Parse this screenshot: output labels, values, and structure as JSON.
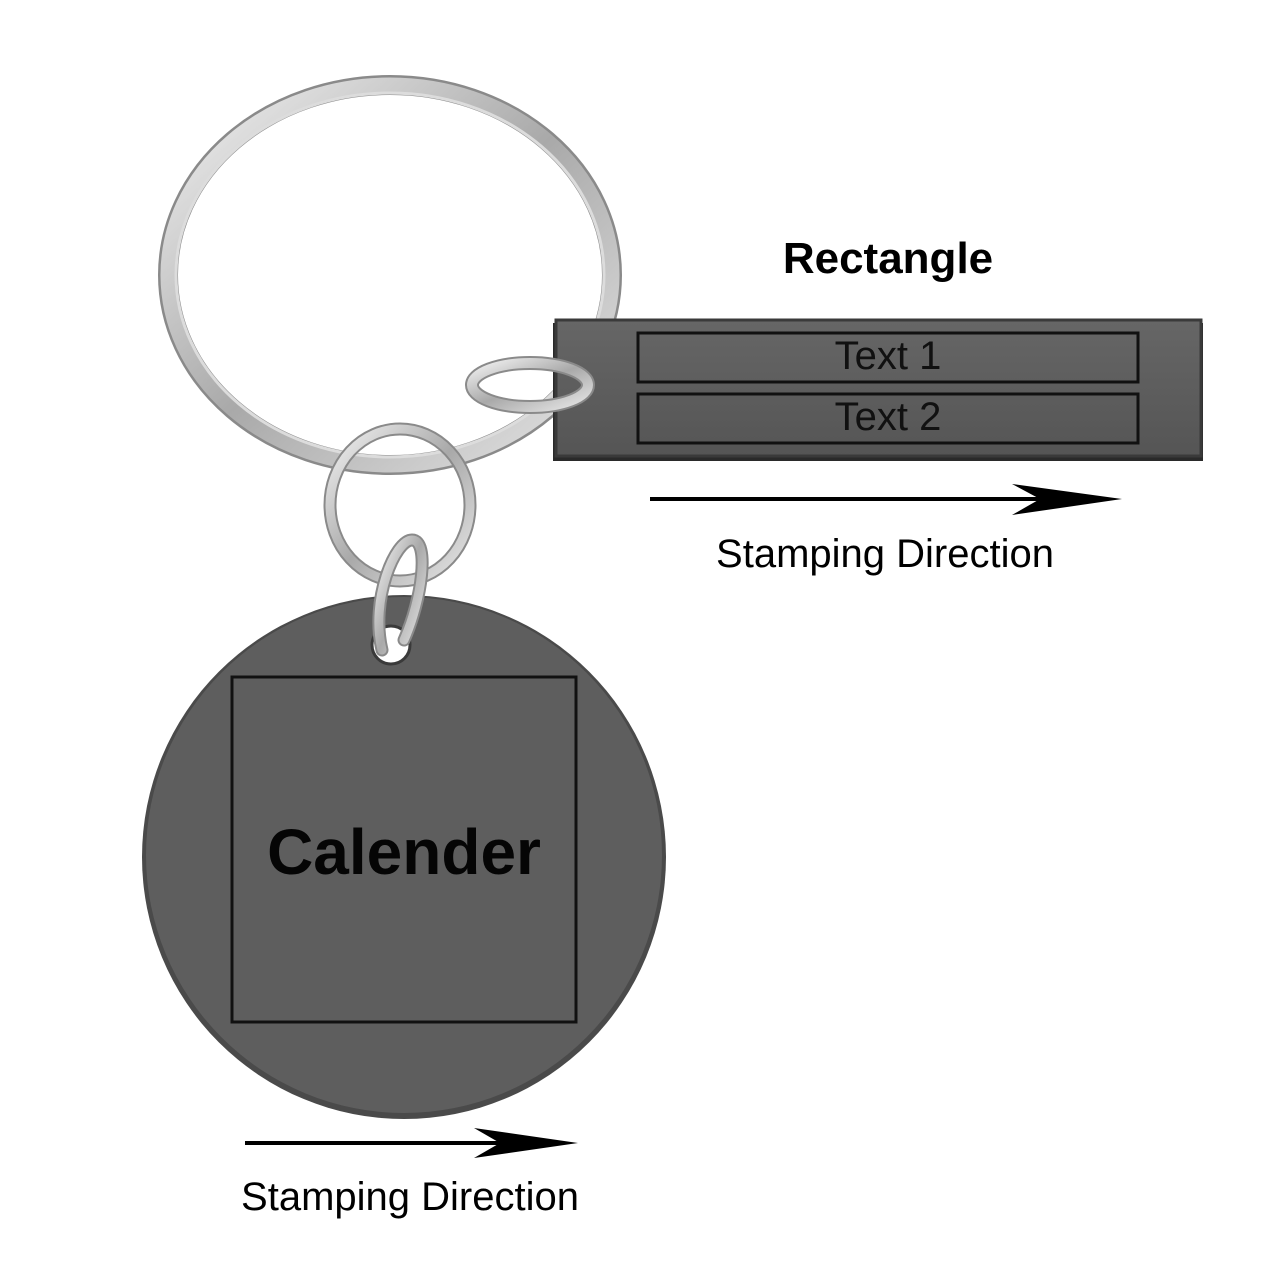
{
  "rectangle_tag": {
    "title": "Rectangle",
    "line_1": "Text 1",
    "line_2": "Text 2",
    "stamping_direction": "Stamping Direction"
  },
  "round_tag": {
    "center_text": "Calender",
    "stamping_direction": "Stamping Direction"
  },
  "colors": {
    "tag_metal": "#5c5c5c",
    "tag_edge": "#3a3a3a",
    "ring_steel": "#c8c8c8",
    "background": "#ffffff"
  },
  "icons": [
    "key-ring-icon",
    "jump-ring-icon",
    "arrow-right-icon"
  ]
}
